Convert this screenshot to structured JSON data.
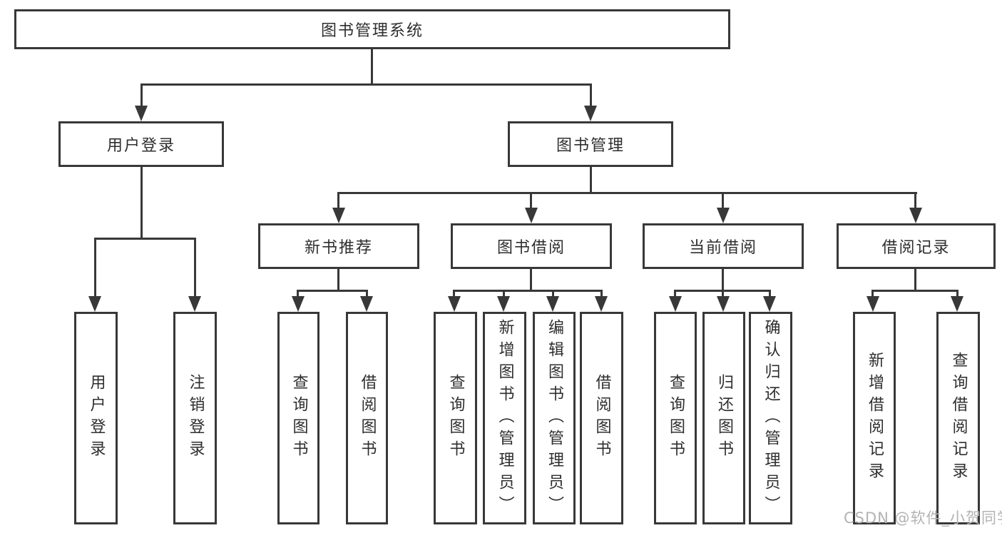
{
  "diagram": {
    "type": "hierarchy-flowchart",
    "tree": {
      "root": {
        "label": "图书管理系统"
      },
      "branches": [
        {
          "label": "用户登录",
          "children": [
            {
              "label": "用户登录"
            },
            {
              "label": "注销登录"
            }
          ]
        },
        {
          "label": "图书管理",
          "children": [
            {
              "label": "新书推荐",
              "children": [
                {
                  "label": "查询图书"
                },
                {
                  "label": "借阅图书"
                }
              ]
            },
            {
              "label": "图书借阅",
              "children": [
                {
                  "label": "查询图书"
                },
                {
                  "label": "新增图书（管理员）"
                },
                {
                  "label": "编辑图书（管理员）"
                },
                {
                  "label": "借阅图书"
                }
              ]
            },
            {
              "label": "当前借阅",
              "children": [
                {
                  "label": "查询图书"
                },
                {
                  "label": "归还图书"
                },
                {
                  "label": "确认归还（管理员）"
                }
              ]
            },
            {
              "label": "借阅记录",
              "children": [
                {
                  "label": "新增借阅记录"
                },
                {
                  "label": "查询借阅记录"
                }
              ]
            }
          ]
        }
      ]
    },
    "colors": {
      "line": "#383838",
      "text": "#2e2e2e",
      "background": "#ffffff",
      "watermark": "#b3b3b3"
    }
  },
  "watermark": {
    "text": "CSDN @软件_小贺同学"
  }
}
